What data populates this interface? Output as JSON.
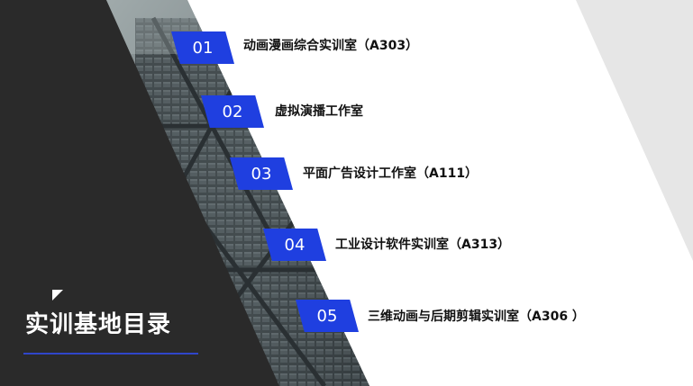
{
  "page": {
    "title": "实训基地目录"
  },
  "items": [
    {
      "number": "01",
      "label": "动画漫画综合实训室（A303）"
    },
    {
      "number": "02",
      "label": "虚拟演播工作室"
    },
    {
      "number": "03",
      "label": "平面广告设计工作室（A111）"
    },
    {
      "number": "04",
      "label": "工业设计软件实训室（A313）"
    },
    {
      "number": "05",
      "label": "三维动画与后期剪辑实训室（A306 ）"
    }
  ],
  "colors": {
    "accent": "#1f3fe0",
    "dark_panel": "#2a2a2a",
    "light_gray": "#e6e6e6"
  },
  "icons": [
    "corner-marker-icon"
  ]
}
